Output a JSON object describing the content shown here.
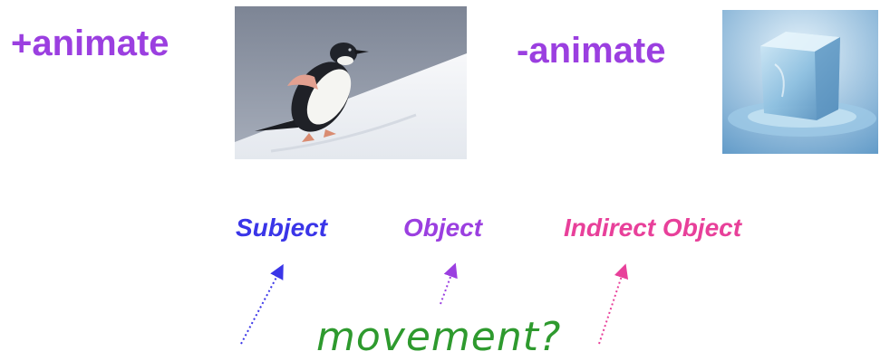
{
  "labels": {
    "plus": "+animate",
    "minus": "-animate"
  },
  "roles": {
    "subject": "Subject",
    "object": "Object",
    "indirect_object": "Indirect Object"
  },
  "question": "movement?",
  "colors": {
    "animacy_label": "#9b3fe0",
    "subject": "#3a35e8",
    "object": "#9b3fe0",
    "indirect_object": "#e8409a",
    "question": "#2e9a2e"
  },
  "images": {
    "plus": "penguin-icon",
    "minus": "ice-cube-icon"
  }
}
